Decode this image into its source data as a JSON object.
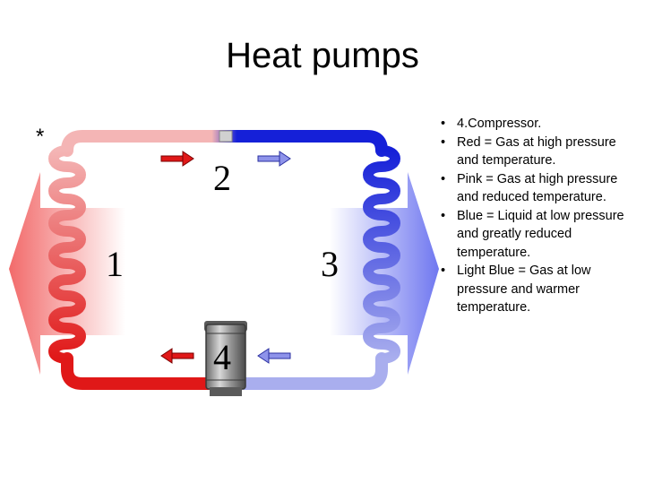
{
  "slide": {
    "title": "Heat pumps",
    "asterisk": "*"
  },
  "diagram": {
    "labels": [
      "1",
      "2",
      "3",
      "4"
    ],
    "colors": {
      "red": "#e01818",
      "pink": "#f2b7b7",
      "blue": "#1520d8",
      "light_blue": "#a9aeee"
    }
  },
  "bullets": [
    "4.Compressor.",
    "Red = Gas at high pressure and temperature.",
    "Pink = Gas at high pressure and reduced temperature.",
    "Blue = Liquid at low pressure and greatly reduced temperature.",
    "Light Blue = Gas at low pressure and warmer temperature."
  ]
}
